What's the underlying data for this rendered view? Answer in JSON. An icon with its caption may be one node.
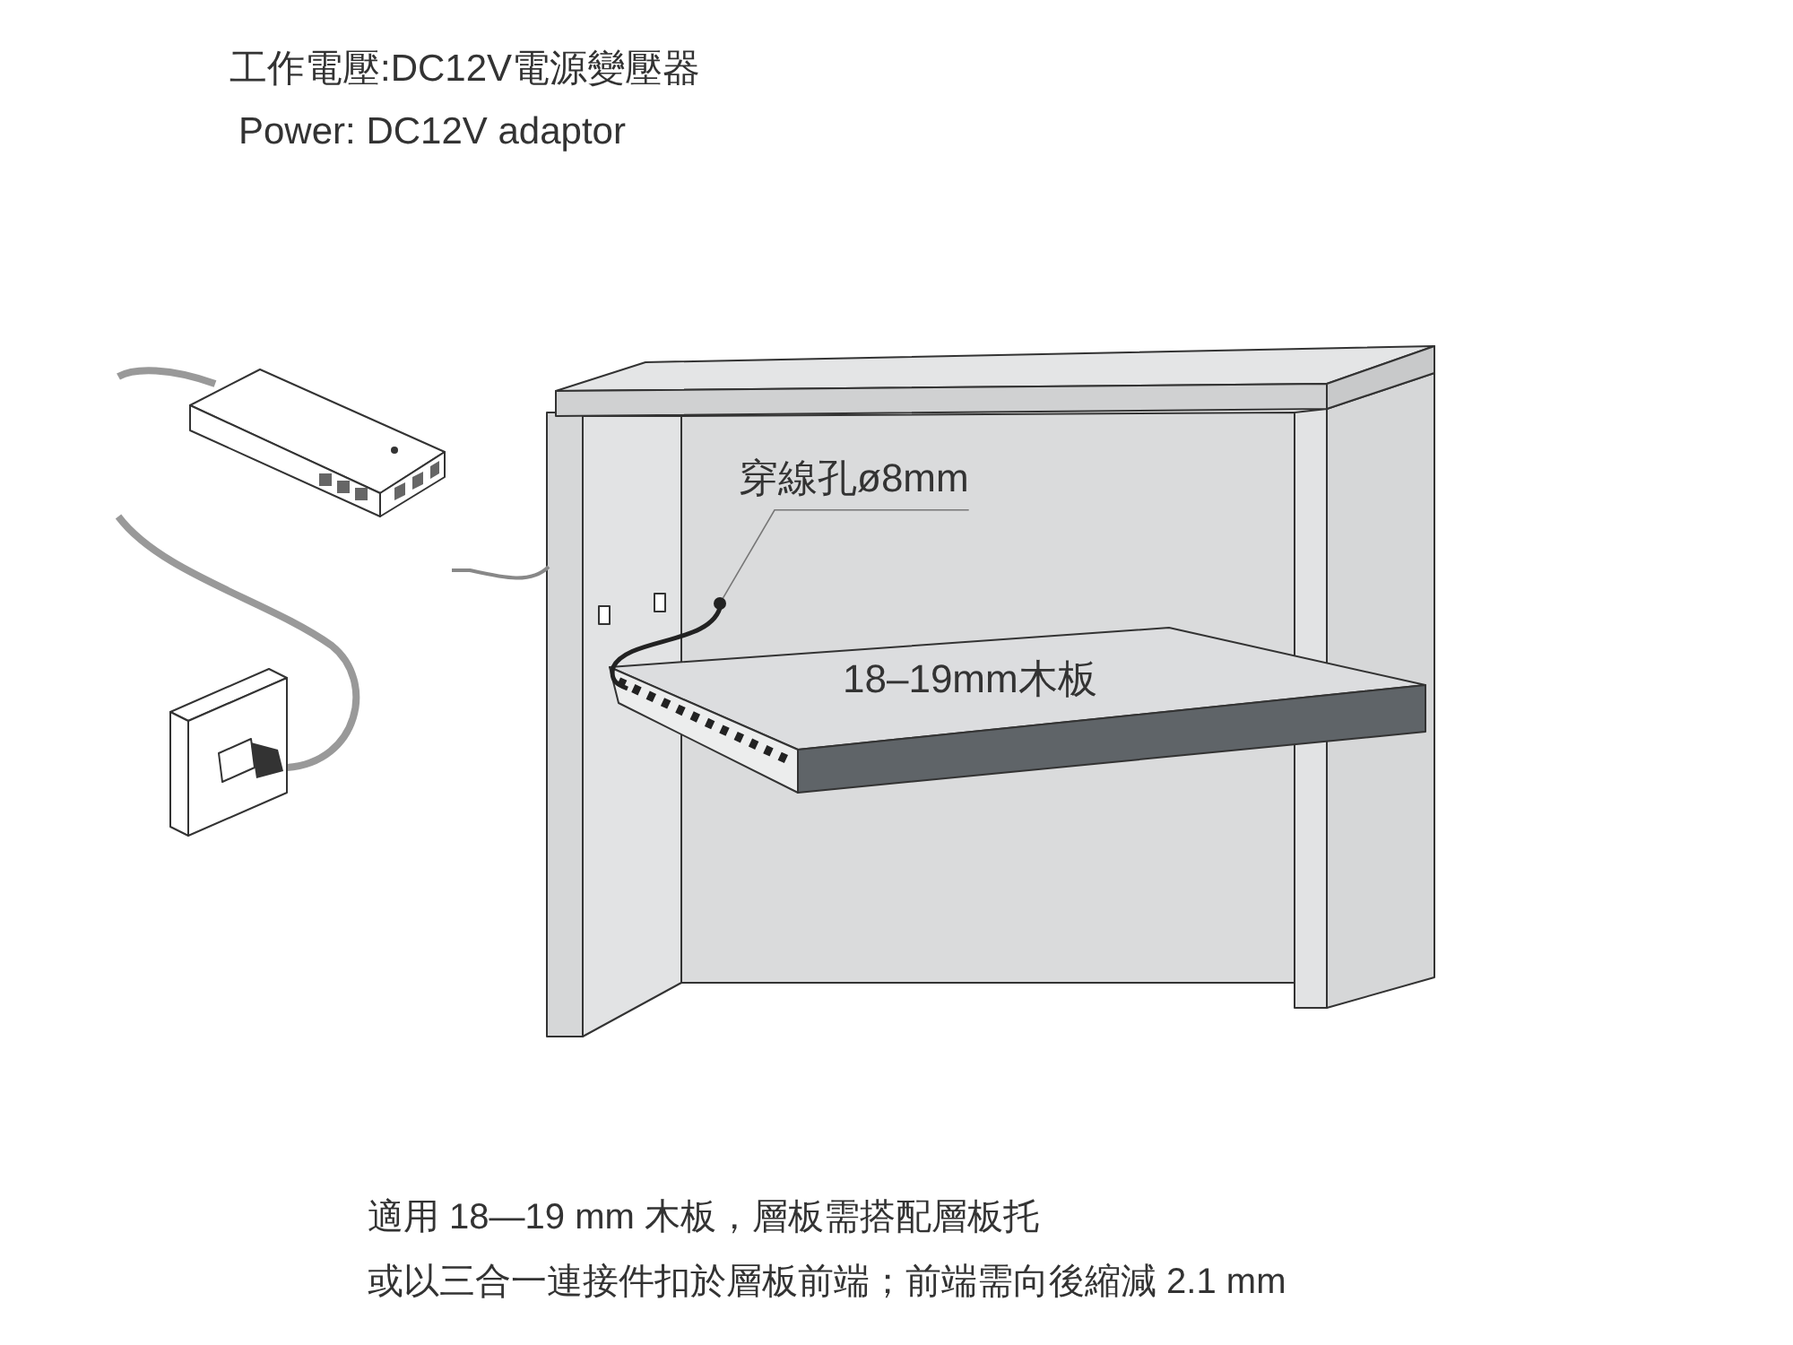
{
  "diagram": {
    "nodes": [
      {
        "text": [
          "穿線孔ø8mm"
        ]
      },
      {
        "text": [],
        "shape": "circle"
      }
    ],
    "edges": [
      {
        "from": 0,
        "to": 1,
        "arrow": "none"
      }
    ],
    "labels": [
      "工作電壓:DC12V電源變壓器",
      "Power: DC12V adaptor",
      "18–19mm木板",
      "適用 18—19 mm 木板，層板需搭配層板托",
      "或以三合一連接件扣於層板前端；前端需向後縮減 2.1 mm"
    ]
  }
}
